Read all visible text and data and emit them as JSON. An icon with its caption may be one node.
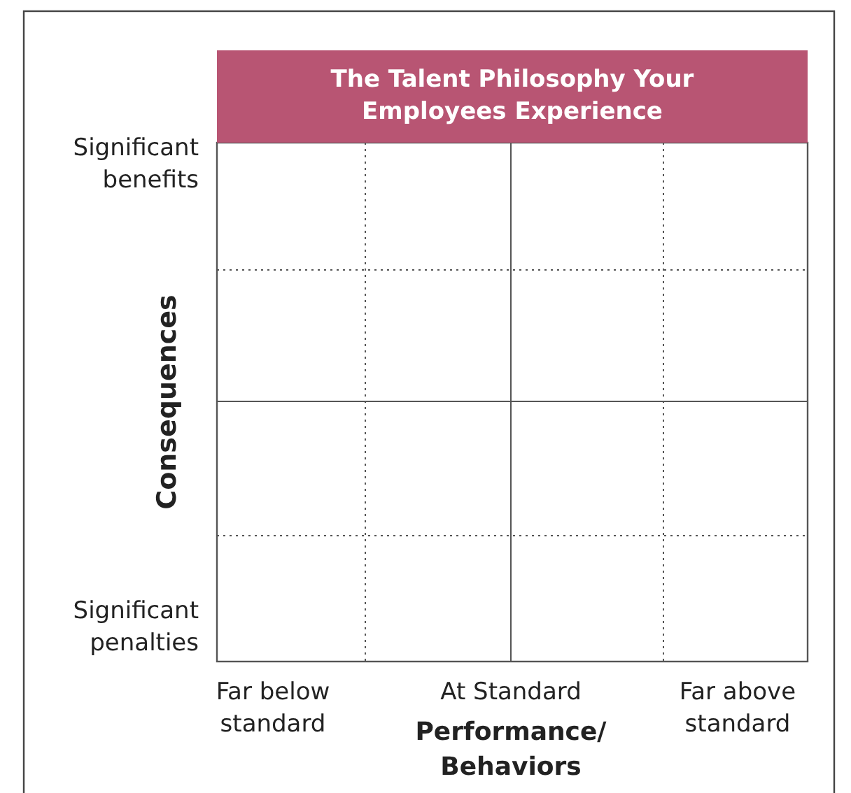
{
  "diagram": {
    "nodes": [
      {
        "text": [
          "The Talent Philosophy Your Employees Experience"
        ]
      }
    ],
    "labels": [
      "Significant benefits",
      "Consequences",
      "Significant penalties",
      "Far below standard",
      "At Standard",
      "Performance/ Behaviors",
      "Far above standard"
    ]
  }
}
